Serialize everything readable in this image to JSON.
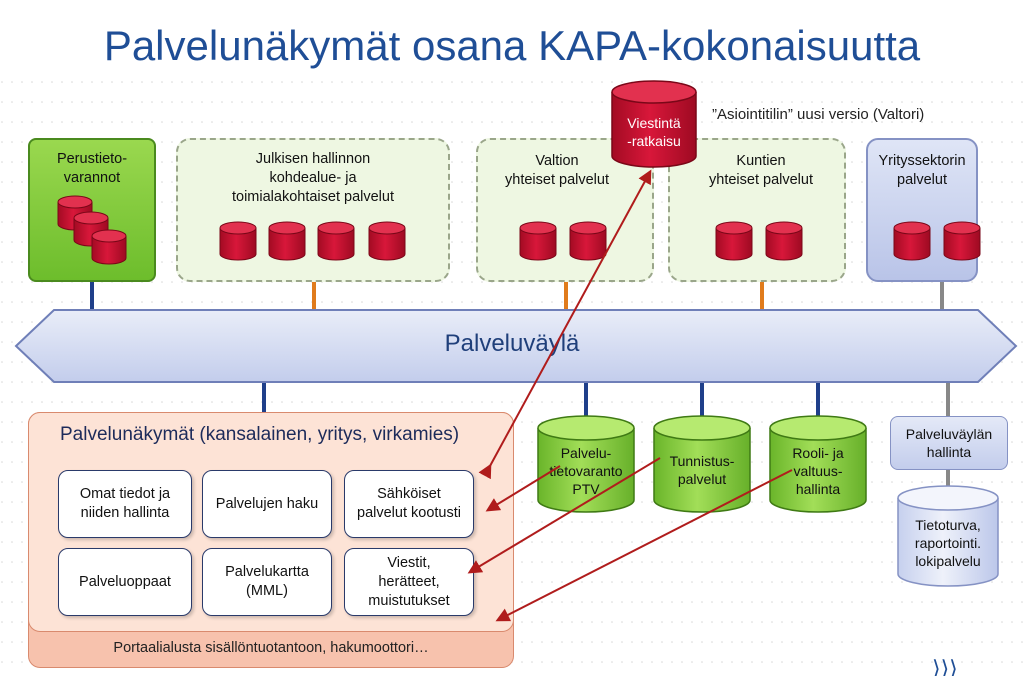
{
  "title": "Palvelunäkymät osana KAPA-kokonaisuutta",
  "note": "”Asiointitilin” uusi versio (Valtori)",
  "viestinta": "Viestintä\n-ratkaisu",
  "top_boxes": {
    "perustieto": "Perustieto-\nvarannot",
    "julkisen": "Julkisen hallinnon\nkohdealue- ja\ntoimialakohtaiset palvelut",
    "valtion": "Valtion\nyhteiset palvelut",
    "kuntien": "Kuntien\nyhteiset palvelut",
    "yrityssektori": "Yrityssektorin\npalvelut"
  },
  "bus_label": "Palveluväylä",
  "palvelunakymat": {
    "title": "Palvelunäkymät (kansalainen, yritys, virkamies)",
    "cards": [
      "Omat tiedot ja\nniiden hallinta",
      "Palvelujen haku",
      "Sähköiset\npalvelut kootusti",
      "Palveluoppaat",
      "Palvelukartta\n(MML)",
      "Viestit,\nherätteet,\nmuistutukset"
    ],
    "footer": "Portaalialusta sisällöntuotantoon, hakumoottori…"
  },
  "green_cylinders": [
    "Palvelu-\ntietovaranto\nPTV",
    "Tunnistus-\npalvelut",
    "Rooli- ja\nvaltuus-\nhallinta"
  ],
  "hallinta": "Palveluväylän\nhallinta",
  "tietoturva": "Tietoturva,\nraportointi.\nlokipalvelu",
  "colors": {
    "title": "#1f4e96",
    "db_red": "#c8102e",
    "arrow": "#b01c1c",
    "bus_fill": "#d5dcf2",
    "green": "#8dcf3f"
  }
}
